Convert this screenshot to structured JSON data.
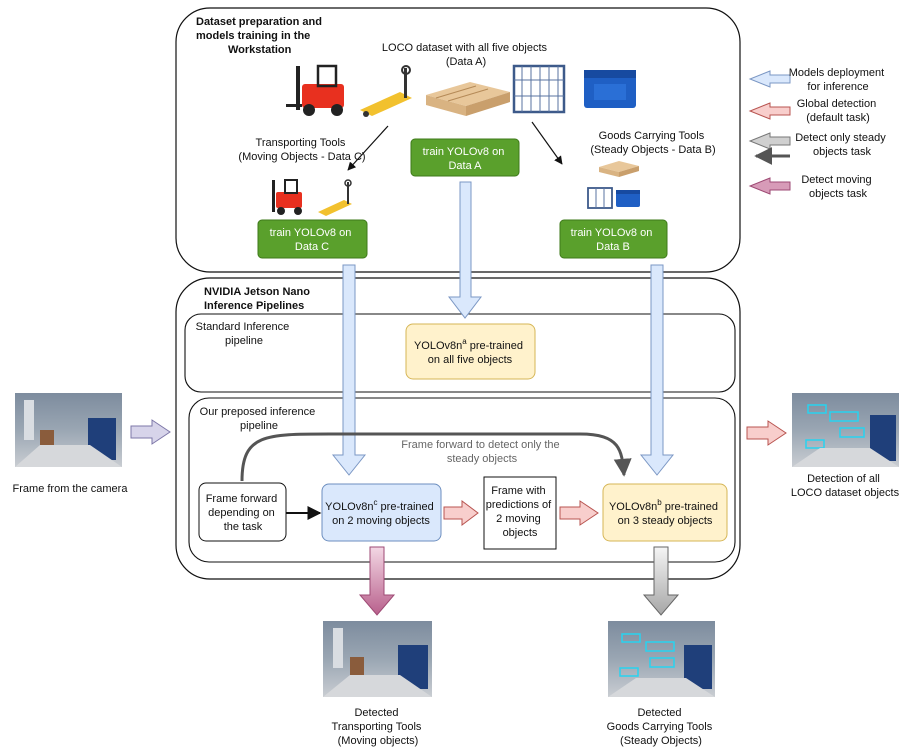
{
  "workstation": {
    "title": [
      "Dataset preparation and",
      "models training  in the",
      "Workstation"
    ],
    "loco_label": [
      "LOCO dataset with all five objects",
      "(Data A)"
    ],
    "transport_label": [
      "Transporting Tools",
      "(Moving Objects - Data C)"
    ],
    "goods_label": [
      "Goods Carrying Tools",
      "(Steady Objects - Data B)"
    ],
    "train_a": [
      "train YOLOv8 on",
      "Data A"
    ],
    "train_b": [
      "train YOLOv8 on",
      "Data B"
    ],
    "train_c": [
      "train YOLOv8 on",
      "Data C"
    ]
  },
  "jetson": {
    "title": [
      "NVIDIA Jetson Nano",
      "Inference Pipelines"
    ],
    "standard_label": [
      "Standard Inference",
      "pipeline"
    ],
    "yolo_a": {
      "name": "YOLOv8n",
      "sup": "a",
      "rest": " pre-trained",
      "line2": "on all five objects"
    },
    "proposed_label": [
      "Our preposed inference",
      "pipeline"
    ],
    "frame_forward_label": [
      "Frame forward to detect only the",
      "steady objects"
    ],
    "frame_forward_box": [
      "Frame forward",
      "depending on",
      "the task"
    ],
    "yolo_c": {
      "name": "YOLOv8n",
      "sup": "c",
      "rest": " pre-trained",
      "line2": "on 2 moving objects"
    },
    "frame_pred": [
      "Frame with",
      "predictions of",
      "2 moving",
      "objects"
    ],
    "yolo_b": {
      "name": "YOLOv8n",
      "sup": "b",
      "rest": " pre-trained",
      "line2": "on 3 steady objects"
    }
  },
  "io": {
    "camera_label": "Frame from the camera",
    "all_label": [
      "Detection of all",
      "LOCO dataset objects"
    ],
    "transport_out": [
      "Detected",
      "Transporting Tools",
      "(Moving objects)"
    ],
    "goods_out": [
      "Detected",
      "Goods Carrying Tools",
      "(Steady Objects)"
    ]
  },
  "legend": [
    {
      "icon": "blue-arrow-icon",
      "lines": [
        "Models deployment",
        "for inference"
      ]
    },
    {
      "icon": "red-arrow-icon",
      "lines": [
        "Global detection",
        "(default task)"
      ]
    },
    {
      "icon": "gray-arrow-icon",
      "lines": [
        "Detect only steady",
        "objects task"
      ]
    },
    {
      "icon": "pink-arrow-icon",
      "lines": [
        "Detect moving",
        "objects task"
      ]
    }
  ],
  "colors": {
    "green_box": "#5aa02c",
    "yellow_box": "#fff2cc",
    "blue_box": "#dae8fc",
    "blue_arrow": "#dae8fc",
    "red_arrow": "#f8cecc",
    "gray_arrow": "#bfbfbf",
    "pink_arrow": "#c47a9f"
  }
}
